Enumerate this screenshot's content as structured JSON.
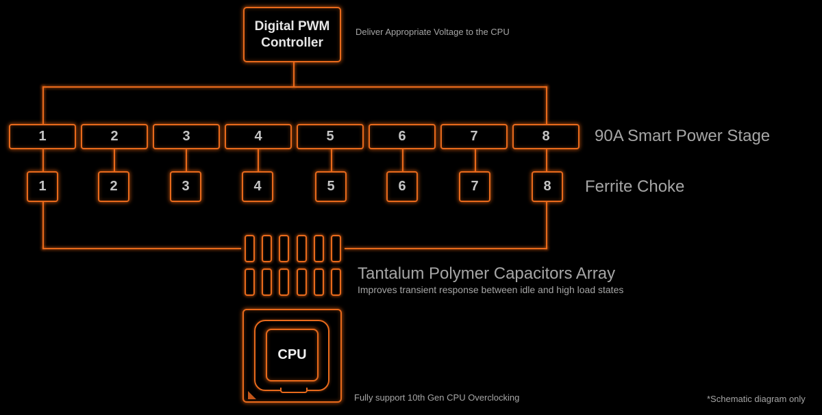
{
  "controller": {
    "line1": "Digital PWM",
    "line2": "Controller",
    "note": "Deliver Appropriate Voltage to the CPU"
  },
  "power_stages": {
    "label": "90A Smart Power Stage",
    "items": [
      "1",
      "2",
      "3",
      "4",
      "5",
      "6",
      "7",
      "8"
    ]
  },
  "chokes": {
    "label": "Ferrite Choke",
    "items": [
      "1",
      "2",
      "3",
      "4",
      "5",
      "6",
      "7",
      "8"
    ]
  },
  "capacitors": {
    "title": "Tantalum Polymer Capacitors Array",
    "subtitle": "Improves transient response between idle and high load states"
  },
  "cpu": {
    "label": "CPU",
    "note": "Fully support 10th Gen CPU Overclocking"
  },
  "footnote": "*Schematic diagram only",
  "colors": {
    "wire": "#e86a1c",
    "background": "#000000",
    "text": "#a6a6a6"
  }
}
